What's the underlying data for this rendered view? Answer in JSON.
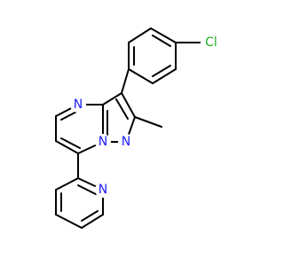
{
  "molecule": {
    "atom_labels": {
      "n4": "N",
      "n1": "N",
      "n_pz": "N",
      "n_py": "N",
      "cl": "Cl"
    },
    "colors": {
      "nitrogen": "#2020ff",
      "chlorine": "#20b020",
      "bond": "#000000",
      "background": "#ffffff"
    }
  }
}
